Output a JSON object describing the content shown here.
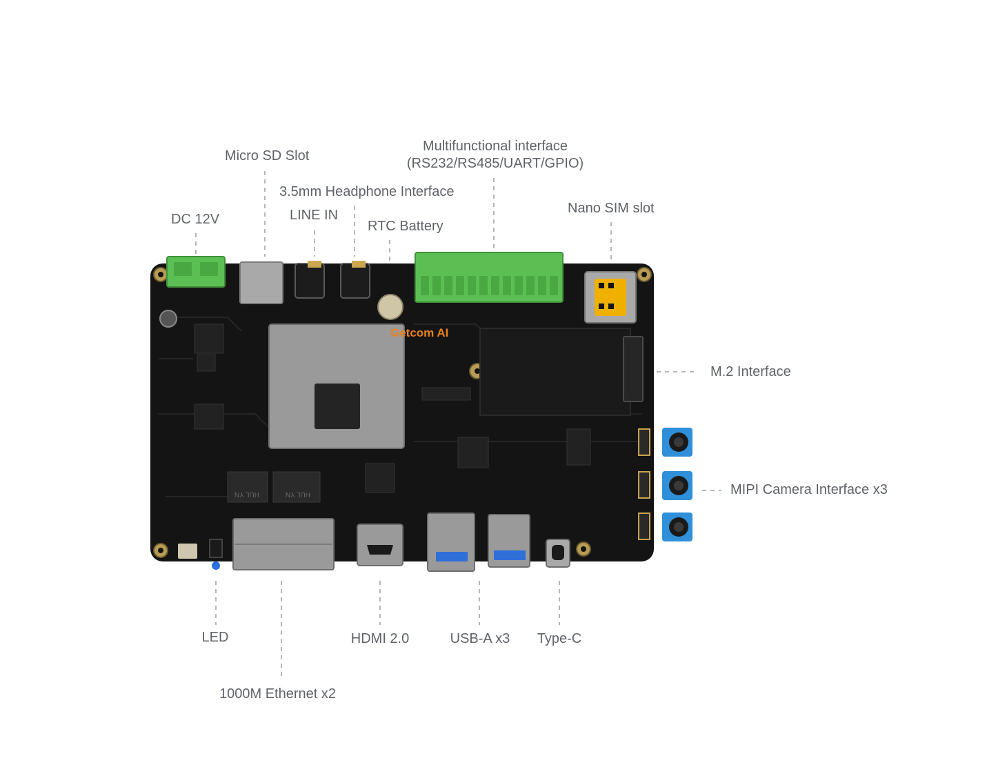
{
  "colors": {
    "background": "#ffffff",
    "label_text": "#5f6368",
    "leader_line": "#b5b5b5",
    "pcb": "#141414",
    "terminal_green": "#5cbf54",
    "metal": "#a9a9a9",
    "camera_blue": "#2f8fd8",
    "sim_yellow": "#f0b000",
    "watermark": "#e8821e"
  },
  "board": {
    "watermark": "Getcom AI",
    "chip_markings": [
      "HUL YN",
      "HUL YN"
    ]
  },
  "labels": {
    "micro_sd": "Micro SD Slot",
    "headphone": "3.5mm Headphone Interface",
    "multifunctional_line1": "Multifunctional interface",
    "multifunctional_line2": "(RS232/RS485/UART/GPIO)",
    "dc": "DC 12V",
    "line_in": "LINE IN",
    "rtc": "RTC Battery",
    "nano_sim": "Nano SIM slot",
    "m2": "M.2 Interface",
    "mipi": "MIPI Camera Interface x3",
    "led": "LED",
    "hdmi": "HDMI 2.0",
    "usb": "USB-A x3",
    "typec": "Type-C",
    "ethernet": "1000M Ethernet x2"
  }
}
